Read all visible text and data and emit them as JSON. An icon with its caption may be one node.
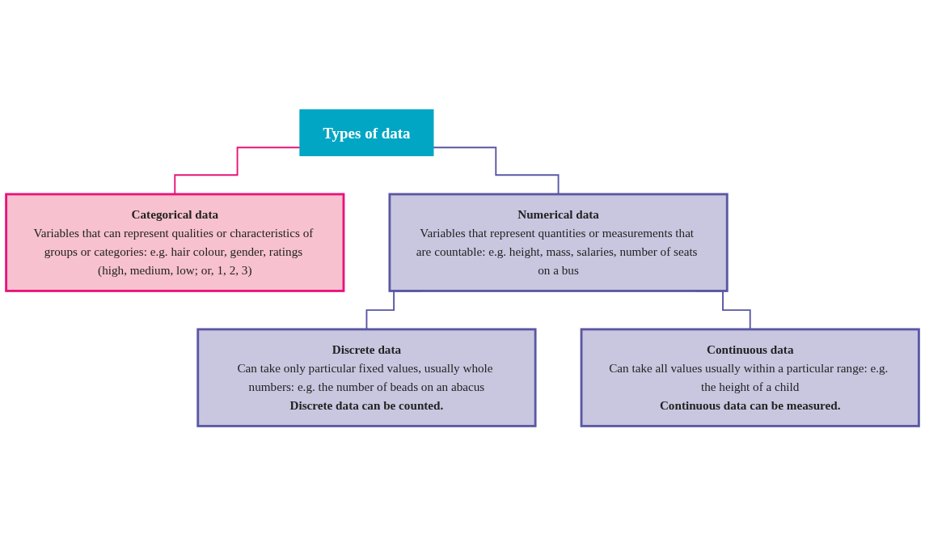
{
  "diagram": {
    "nodes": [
      {
        "text": [
          "Types of data"
        ]
      },
      {
        "text": [
          "Categorical data",
          "Variables that can represent qualities or characteristics of groups or categories: e.g. hair colour, gender, ratings (high, medium, low; or, 1, 2, 3)"
        ]
      },
      {
        "text": [
          "Numerical data",
          "Variables that represent quantities or measurements that are countable: e.g. height, mass, salaries, number of seats on a bus"
        ]
      },
      {
        "text": [
          "Discrete data",
          "Can take only particular fixed values, usually whole numbers: e.g. the number of beads on an abacus",
          "Discrete data can be counted."
        ]
      },
      {
        "text": [
          "Continuous data",
          "Can take all values usually within a particular range: e.g. the height of a child",
          "Continuous data can be measured."
        ]
      }
    ],
    "edges": [
      {
        "from": 0,
        "to": 1,
        "arrow": "none",
        "color": "#e8137a"
      },
      {
        "from": 0,
        "to": 2,
        "arrow": "none"
      },
      {
        "from": 2,
        "to": 3,
        "arrow": "none"
      },
      {
        "from": 2,
        "to": 4,
        "arrow": "none"
      }
    ]
  }
}
